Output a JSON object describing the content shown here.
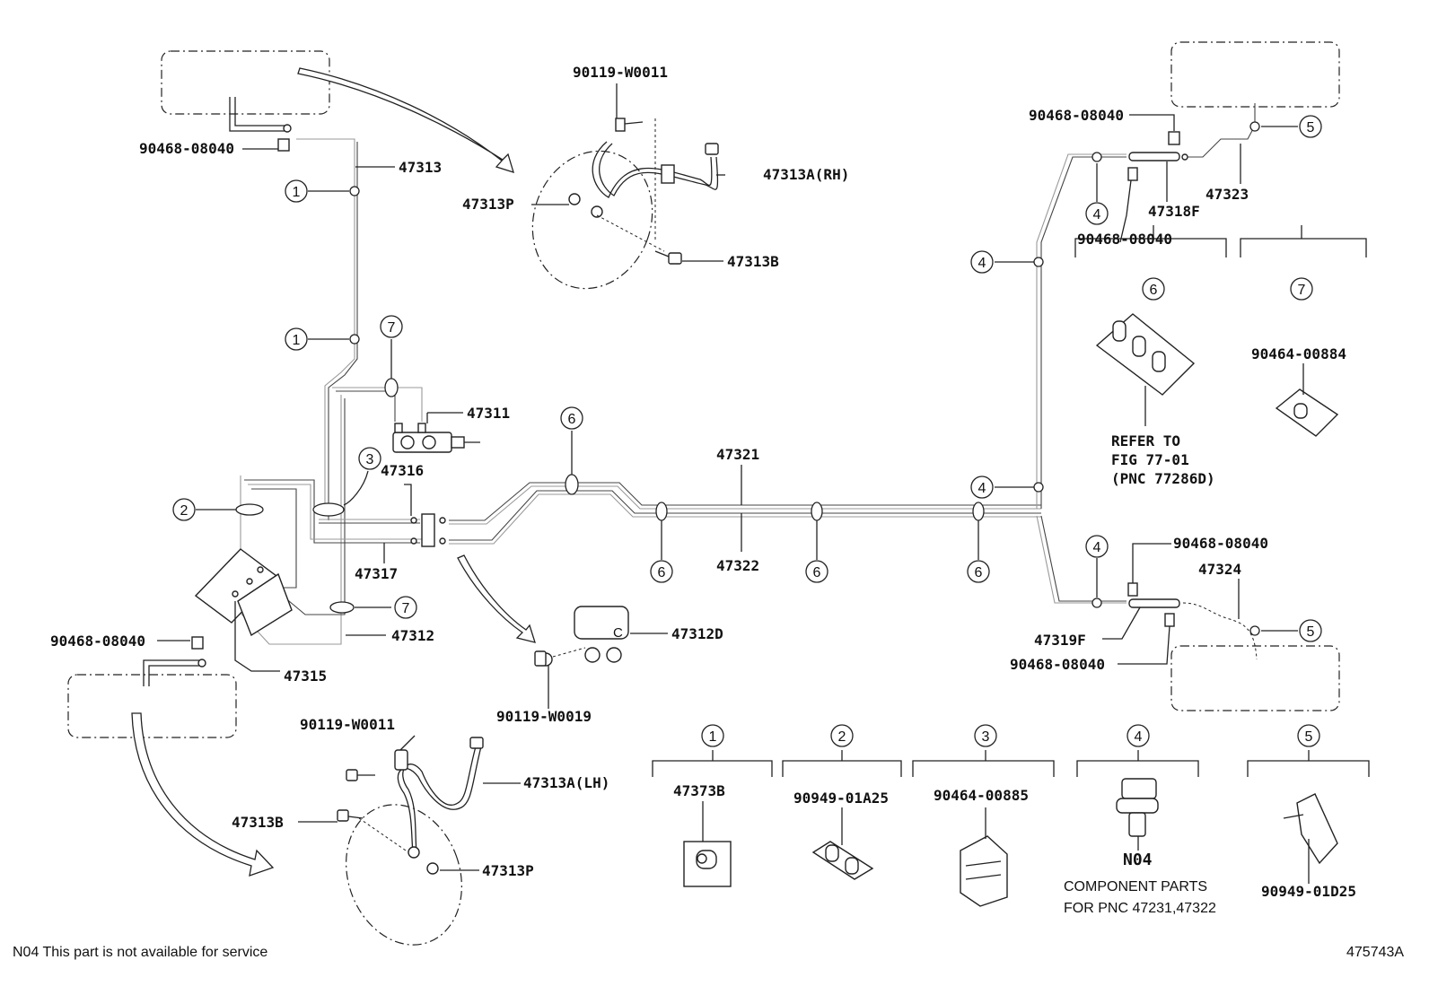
{
  "labels": {
    "p90119_w0011_top": "90119-W0011",
    "p47313a_rh": "47313A(RH)",
    "p47313p_top": "47313P",
    "p47313b_top": "47313B",
    "p90468_topleft": "90468-08040",
    "p47313": "47313",
    "p47311": "47311",
    "p47316": "47316",
    "p47317": "47317",
    "p47312": "47312",
    "p47315": "47315",
    "p90468_left": "90468-08040",
    "p47321": "47321",
    "p47322": "47322",
    "p47312d": "47312D",
    "p90119_w0019": "90119-W0019",
    "p90119_w0011_bot": "90119-W0011",
    "p47313a_lh": "47313A(LH)",
    "p47313b_bot": "47313B",
    "p47313p_bot": "47313P",
    "p90468_topright": "90468-08040",
    "p90468_rightmid": "90468-08040",
    "p47318f": "47318F",
    "p47323": "47323",
    "p90464_00884": "90464-00884",
    "p90468_right2": "90468-08040",
    "p47324": "47324",
    "p47319f": "47319F",
    "p90468_right3": "90468-08040",
    "refer_line1": "REFER TO",
    "refer_line2": "FIG 77-01",
    "refer_line3": "(PNC 77286D)",
    "p47373b": "47373B",
    "p90949_01a25": "90949-01A25",
    "p90464_00885": "90464-00885",
    "n04": "N04",
    "component_line1": "COMPONENT PARTS",
    "component_line2": "FOR PNC 47231,47322",
    "p90949_01d25": "90949-01D25"
  },
  "callouts": {
    "c1": "1",
    "c2": "2",
    "c3": "3",
    "c4": "4",
    "c5": "5",
    "c6": "6",
    "c7": "7"
  },
  "footer": {
    "note": "N04 This part is not available for service",
    "figure_id": "475743A"
  }
}
